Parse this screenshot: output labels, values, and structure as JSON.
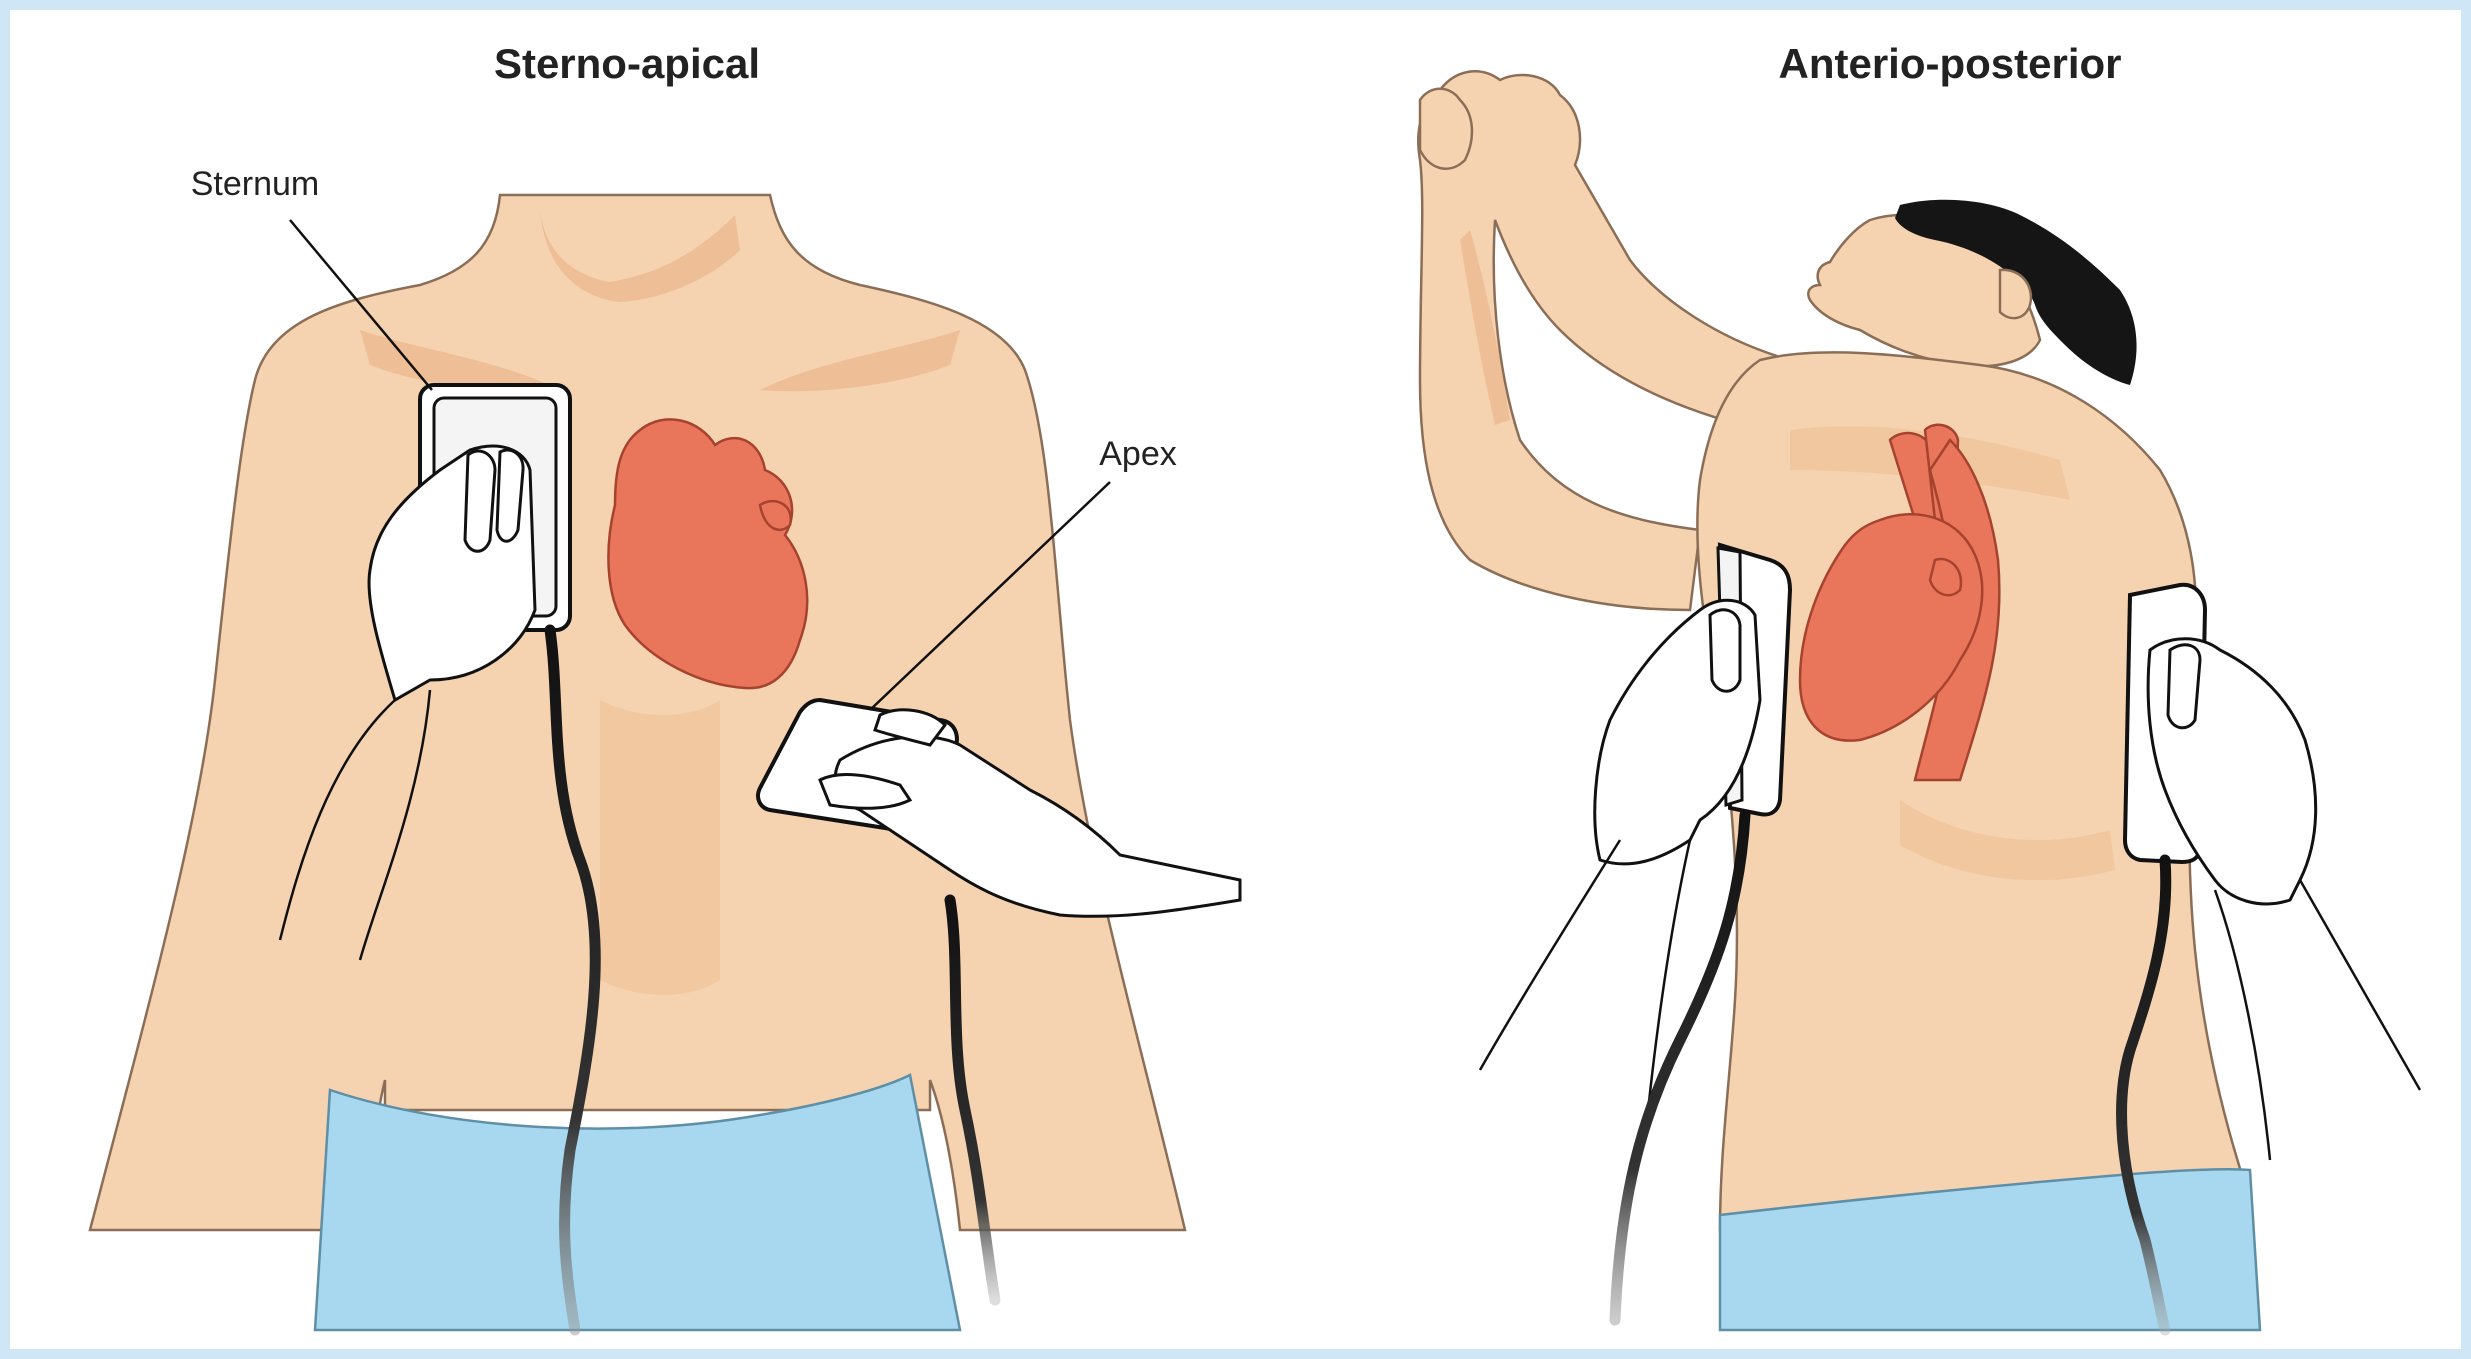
{
  "panels": [
    {
      "title": "Sterno-apical",
      "labels": {
        "sternum": "Sternum",
        "apex": "Apex"
      }
    },
    {
      "title": "Anterio-posterior"
    }
  ],
  "colors": {
    "skin": "#f6d3b0",
    "heart": "#e9755b",
    "sheet": "#a7d8ef",
    "frame": "#cfe6f6",
    "cable": "#111111"
  }
}
